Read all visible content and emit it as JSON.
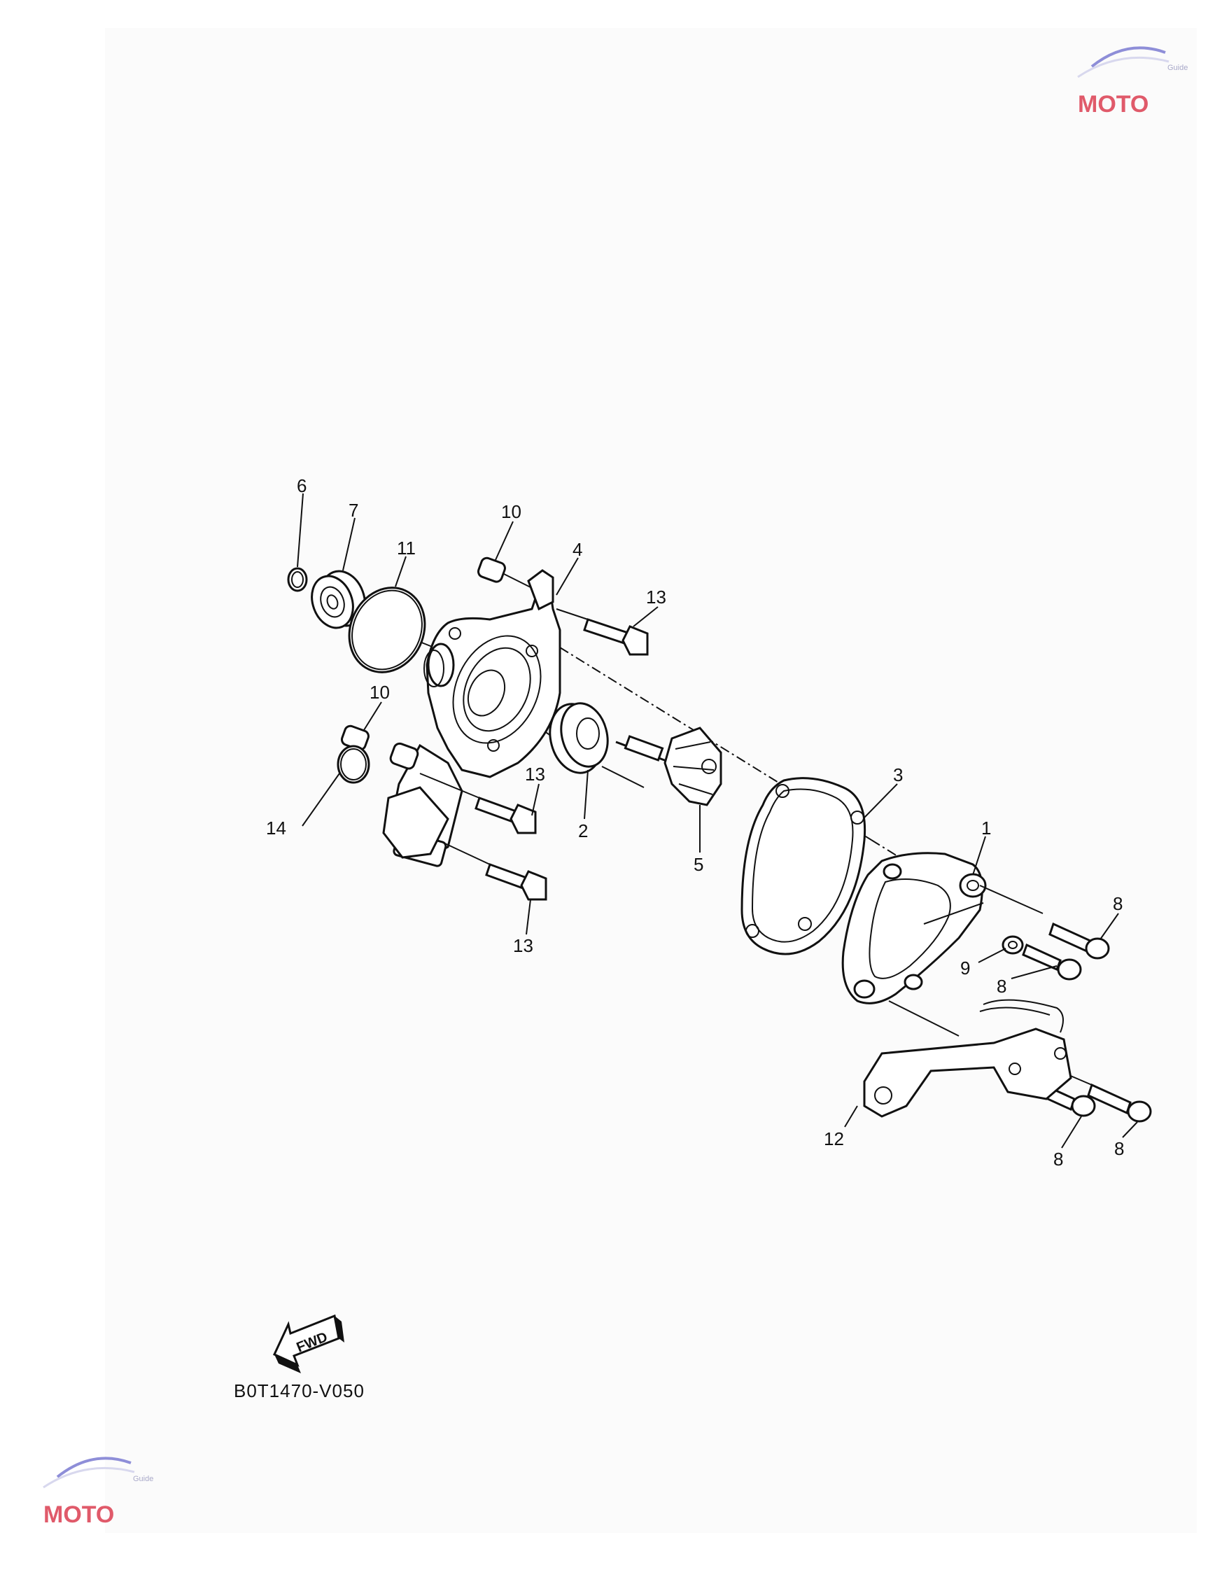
{
  "diagram": {
    "callouts": [
      "1",
      "2",
      "3",
      "4",
      "5",
      "6",
      "7",
      "8",
      "9",
      "10",
      "11",
      "12",
      "13",
      "14"
    ],
    "fwd_label": "FWD",
    "drawing_code": "B0T1470-V050"
  },
  "watermark": {
    "brand_text": "MOTO",
    "small_text": "Guide"
  }
}
